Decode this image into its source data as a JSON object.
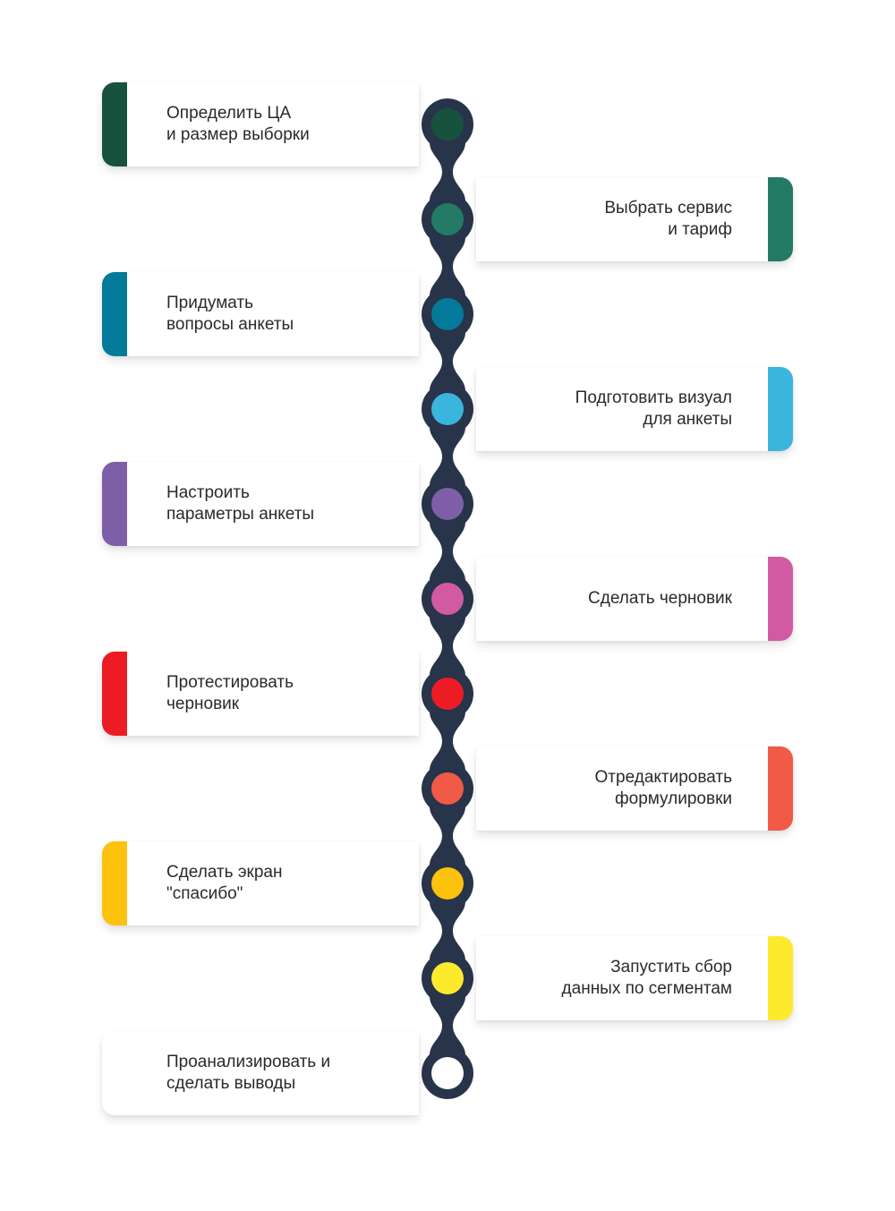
{
  "steps": [
    {
      "line1": "Определить ЦА",
      "line2": "и размер выборки",
      "color": "#17523f",
      "side": "left"
    },
    {
      "line1": "Выбрать сервис",
      "line2": "и тариф",
      "color": "#237b66",
      "side": "right"
    },
    {
      "line1": "Придумать",
      "line2": "вопросы анкеты",
      "color": "#047a9a",
      "side": "left"
    },
    {
      "line1": "Подготовить визуал",
      "line2": "для анкеты",
      "color": "#3ab5dd",
      "side": "right"
    },
    {
      "line1": "Настроить",
      "line2": "параметры анкеты",
      "color": "#7f5ea8",
      "side": "left"
    },
    {
      "line1": "Сделать черновик",
      "line2": "",
      "color": "#d25aa3",
      "side": "right"
    },
    {
      "line1": "Протестировать",
      "line2": "черновик",
      "color": "#ed1c24",
      "side": "left"
    },
    {
      "line1": "Отредактировать",
      "line2": "формулировки",
      "color": "#f15a47",
      "side": "right"
    },
    {
      "line1": "Сделать экран",
      "line2": "\"спасибо\"",
      "color": "#fcc20d",
      "side": "left"
    },
    {
      "line1": "Запустить сбор",
      "line2": "данных по сегментам",
      "color": "#fdea2d",
      "side": "right"
    },
    {
      "line1": "Проанализировать и",
      "line2": "сделать выводы",
      "color": "#ffffff",
      "side": "left"
    }
  ],
  "colors": {
    "line": "#283449",
    "background": "#ffffff"
  }
}
